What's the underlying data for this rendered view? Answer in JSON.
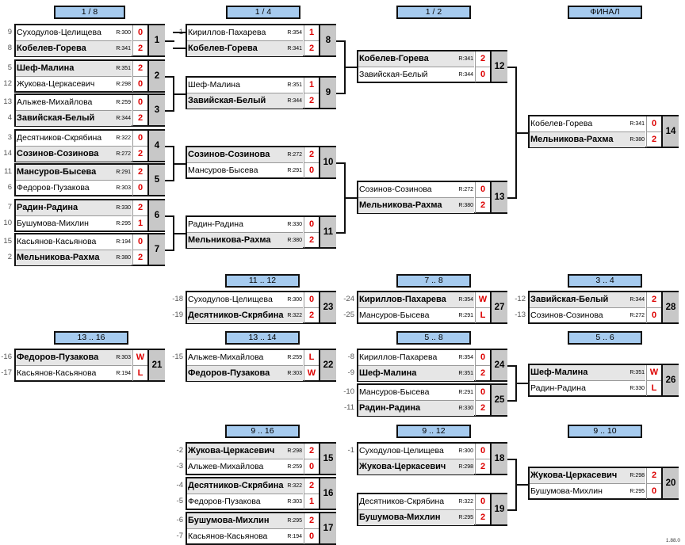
{
  "headers": [
    "1 / 8",
    "1 / 4",
    "1 / 2",
    "ФИНАЛ",
    "11 .. 12",
    "7 .. 8",
    "3 .. 4",
    "13 .. 16",
    "13 .. 14",
    "5 .. 8",
    "5 .. 6",
    "9 .. 16",
    "9 .. 12",
    "9 .. 10"
  ],
  "matches": [
    {
      "num": "1",
      "p1": {
        "name": "Суходулов-Целищева",
        "rating": "R:300",
        "score": "0",
        "seed": "9"
      },
      "p2": {
        "name": "Кобелев-Горева",
        "rating": "R:341",
        "score": "2",
        "seed": "8"
      },
      "winner": 2
    },
    {
      "num": "2",
      "p1": {
        "name": "Шеф-Малина",
        "rating": "R:351",
        "score": "2",
        "seed": "5"
      },
      "p2": {
        "name": "Жукова-Церкасевич",
        "rating": "R:298",
        "score": "0",
        "seed": "12"
      },
      "winner": 1
    },
    {
      "num": "3",
      "p1": {
        "name": "Альжев-Михайлова",
        "rating": "R:259",
        "score": "0",
        "seed": "13"
      },
      "p2": {
        "name": "Завийская-Белый",
        "rating": "R:344",
        "score": "2",
        "seed": "4"
      },
      "winner": 2
    },
    {
      "num": "4",
      "p1": {
        "name": "Десятников-Скрябина",
        "rating": "R:322",
        "score": "0",
        "seed": "3"
      },
      "p2": {
        "name": "Созинов-Созинова",
        "rating": "R:272",
        "score": "2",
        "seed": "14"
      },
      "winner": 2
    },
    {
      "num": "5",
      "p1": {
        "name": "Мансуров-Бысева",
        "rating": "R:291",
        "score": "2",
        "seed": "11"
      },
      "p2": {
        "name": "Федоров-Пузакова",
        "rating": "R:303",
        "score": "0",
        "seed": "6"
      },
      "winner": 1
    },
    {
      "num": "6",
      "p1": {
        "name": "Радин-Радина",
        "rating": "R:330",
        "score": "2",
        "seed": "7"
      },
      "p2": {
        "name": "Бушумова-Михлин",
        "rating": "R:295",
        "score": "1",
        "seed": "10"
      },
      "winner": 1
    },
    {
      "num": "7",
      "p1": {
        "name": "Касьянов-Касьянова",
        "rating": "R:194",
        "score": "0",
        "seed": "15"
      },
      "p2": {
        "name": "Мельникова-Рахма",
        "rating": "R:380",
        "score": "2",
        "seed": "2"
      },
      "winner": 2
    },
    {
      "num": "8",
      "p1": {
        "name": "Кириллов-Пахарева",
        "rating": "R:354",
        "score": "1",
        "seed": "1"
      },
      "p2": {
        "name": "Кобелев-Горева",
        "rating": "R:341",
        "score": "2",
        "seed": ""
      },
      "winner": 2
    },
    {
      "num": "9",
      "p1": {
        "name": "Шеф-Малина",
        "rating": "R:351",
        "score": "1",
        "seed": ""
      },
      "p2": {
        "name": "Завийская-Белый",
        "rating": "R:344",
        "score": "2",
        "seed": ""
      },
      "winner": 2
    },
    {
      "num": "10",
      "p1": {
        "name": "Созинов-Созинова",
        "rating": "R:272",
        "score": "2",
        "seed": ""
      },
      "p2": {
        "name": "Мансуров-Бысева",
        "rating": "R:291",
        "score": "0",
        "seed": ""
      },
      "winner": 1
    },
    {
      "num": "11",
      "p1": {
        "name": "Радин-Радина",
        "rating": "R:330",
        "score": "0",
        "seed": ""
      },
      "p2": {
        "name": "Мельникова-Рахма",
        "rating": "R:380",
        "score": "2",
        "seed": ""
      },
      "winner": 2
    },
    {
      "num": "12",
      "p1": {
        "name": "Кобелев-Горева",
        "rating": "R:341",
        "score": "2",
        "seed": ""
      },
      "p2": {
        "name": "Завийская-Белый",
        "rating": "R:344",
        "score": "0",
        "seed": ""
      },
      "winner": 1
    },
    {
      "num": "13",
      "p1": {
        "name": "Созинов-Созинова",
        "rating": "R:272",
        "score": "0",
        "seed": ""
      },
      "p2": {
        "name": "Мельникова-Рахма",
        "rating": "R:380",
        "score": "2",
        "seed": ""
      },
      "winner": 2
    },
    {
      "num": "14",
      "p1": {
        "name": "Кобелев-Горева",
        "rating": "R:341",
        "score": "0",
        "seed": ""
      },
      "p2": {
        "name": "Мельникова-Рахма",
        "rating": "R:380",
        "score": "2",
        "seed": ""
      },
      "winner": 2
    },
    {
      "num": "23",
      "p1": {
        "name": "Суходулов-Целищева",
        "rating": "R:300",
        "score": "0",
        "seed": "-18"
      },
      "p2": {
        "name": "Десятников-Скрябина",
        "rating": "R:322",
        "score": "2",
        "seed": "-19"
      },
      "winner": 2
    },
    {
      "num": "27",
      "p1": {
        "name": "Кириллов-Пахарева",
        "rating": "R:354",
        "score": "W",
        "seed": "-24"
      },
      "p2": {
        "name": "Мансуров-Бысева",
        "rating": "R:291",
        "score": "L",
        "seed": "-25"
      },
      "winner": 1
    },
    {
      "num": "28",
      "p1": {
        "name": "Завийская-Белый",
        "rating": "R:344",
        "score": "2",
        "seed": "-12"
      },
      "p2": {
        "name": "Созинов-Созинова",
        "rating": "R:272",
        "score": "0",
        "seed": "-13"
      },
      "winner": 1
    },
    {
      "num": "21",
      "p1": {
        "name": "Федоров-Пузакова",
        "rating": "R:303",
        "score": "W",
        "seed": "-16"
      },
      "p2": {
        "name": "Касьянов-Касьянова",
        "rating": "R:194",
        "score": "L",
        "seed": "-17"
      },
      "winner": 1
    },
    {
      "num": "22",
      "p1": {
        "name": "Альжев-Михайлова",
        "rating": "R:259",
        "score": "L",
        "seed": "-15"
      },
      "p2": {
        "name": "Федоров-Пузакова",
        "rating": "R:303",
        "score": "W",
        "seed": ""
      },
      "winner": 2
    },
    {
      "num": "24",
      "p1": {
        "name": "Кириллов-Пахарева",
        "rating": "R:354",
        "score": "0",
        "seed": "-8"
      },
      "p2": {
        "name": "Шеф-Малина",
        "rating": "R:351",
        "score": "2",
        "seed": "-9"
      },
      "winner": 2
    },
    {
      "num": "25",
      "p1": {
        "name": "Мансуров-Бысева",
        "rating": "R:291",
        "score": "0",
        "seed": "-10"
      },
      "p2": {
        "name": "Радин-Радина",
        "rating": "R:330",
        "score": "2",
        "seed": "-11"
      },
      "winner": 2
    },
    {
      "num": "26",
      "p1": {
        "name": "Шеф-Малина",
        "rating": "R:351",
        "score": "W",
        "seed": ""
      },
      "p2": {
        "name": "Радин-Радина",
        "rating": "R:330",
        "score": "L",
        "seed": ""
      },
      "winner": 1
    },
    {
      "num": "15",
      "p1": {
        "name": "Жукова-Церкасевич",
        "rating": "R:298",
        "score": "2",
        "seed": "-2"
      },
      "p2": {
        "name": "Альжев-Михайлова",
        "rating": "R:259",
        "score": "0",
        "seed": "-3"
      },
      "winner": 1
    },
    {
      "num": "16",
      "p1": {
        "name": "Десятников-Скрябина",
        "rating": "R:322",
        "score": "2",
        "seed": "-4"
      },
      "p2": {
        "name": "Федоров-Пузакова",
        "rating": "R:303",
        "score": "1",
        "seed": "-5"
      },
      "winner": 1
    },
    {
      "num": "17",
      "p1": {
        "name": "Бушумова-Михлин",
        "rating": "R:295",
        "score": "2",
        "seed": "-6"
      },
      "p2": {
        "name": "Касьянов-Касьянова",
        "rating": "R:194",
        "score": "0",
        "seed": "-7"
      },
      "winner": 1
    },
    {
      "num": "18",
      "p1": {
        "name": "Суходулов-Целищева",
        "rating": "R:300",
        "score": "0",
        "seed": "-1"
      },
      "p2": {
        "name": "Жукова-Церкасевич",
        "rating": "R:298",
        "score": "2",
        "seed": ""
      },
      "winner": 2
    },
    {
      "num": "19",
      "p1": {
        "name": "Десятников-Скрябина",
        "rating": "R:322",
        "score": "0",
        "seed": ""
      },
      "p2": {
        "name": "Бушумова-Михлин",
        "rating": "R:295",
        "score": "2",
        "seed": ""
      },
      "winner": 2
    },
    {
      "num": "20",
      "p1": {
        "name": "Жукова-Церкасевич",
        "rating": "R:298",
        "score": "2",
        "seed": ""
      },
      "p2": {
        "name": "Бушумова-Михлин",
        "rating": "R:295",
        "score": "0",
        "seed": ""
      },
      "winner": 1
    }
  ],
  "version": "1.88.0"
}
